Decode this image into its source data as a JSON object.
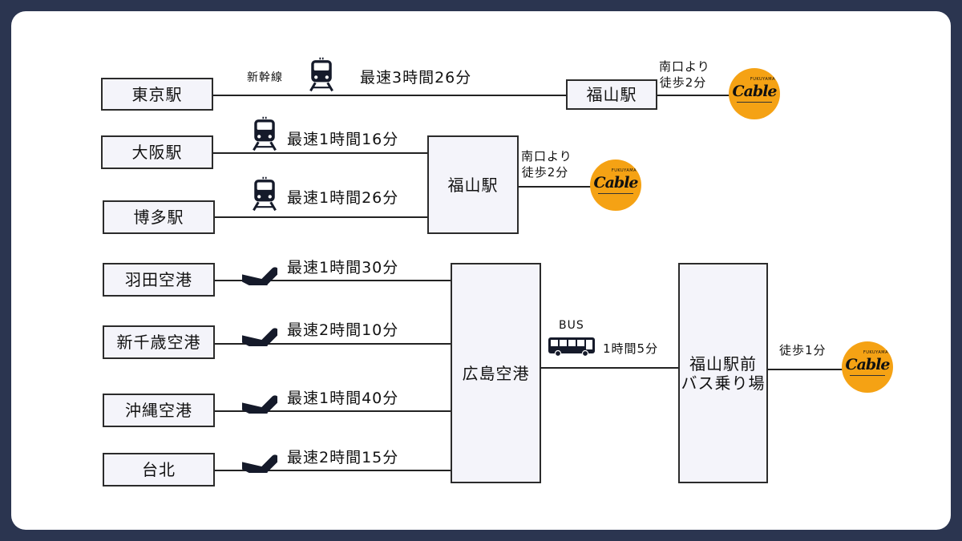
{
  "origins": {
    "tokyo": "東京駅",
    "osaka": "大阪駅",
    "hakata": "博多駅",
    "haneda": "羽田空港",
    "new_chitose": "新千歳空港",
    "okinawa": "沖縄空港",
    "taipei": "台北"
  },
  "hubs": {
    "fukuyama_station": "福山駅",
    "hiroshima_airport": "広島空港",
    "fukuyama_bus_stop_line1": "福山駅前",
    "fukuyama_bus_stop_line2": "バス乗り場"
  },
  "routes": {
    "shinkansen_label": "新幹線",
    "tokyo_time": "最速3時間26分",
    "osaka_time": "最速1時間16分",
    "hakata_time": "最速1時間26分",
    "haneda_time": "最速1時間30分",
    "new_chitose_time": "最速2時間10分",
    "okinawa_time": "最速1時間40分",
    "taipei_time": "最速2時間15分",
    "bus_label": "BUS",
    "bus_time": "1時間5分"
  },
  "walk": {
    "south_exit": "南口より",
    "walk_2min": "徒歩2分",
    "walk_1min": "徒歩1分"
  },
  "logo": {
    "brand": "Cable",
    "sub": "FUKUYAMA"
  },
  "colors": {
    "background": "#2b3550",
    "card": "#ffffff",
    "box_fill": "#f4f4fa",
    "line": "#222222",
    "logo_orange": "#f5a214"
  },
  "icons": [
    "train-icon",
    "airplane-icon",
    "bus-icon",
    "cable-logo"
  ]
}
